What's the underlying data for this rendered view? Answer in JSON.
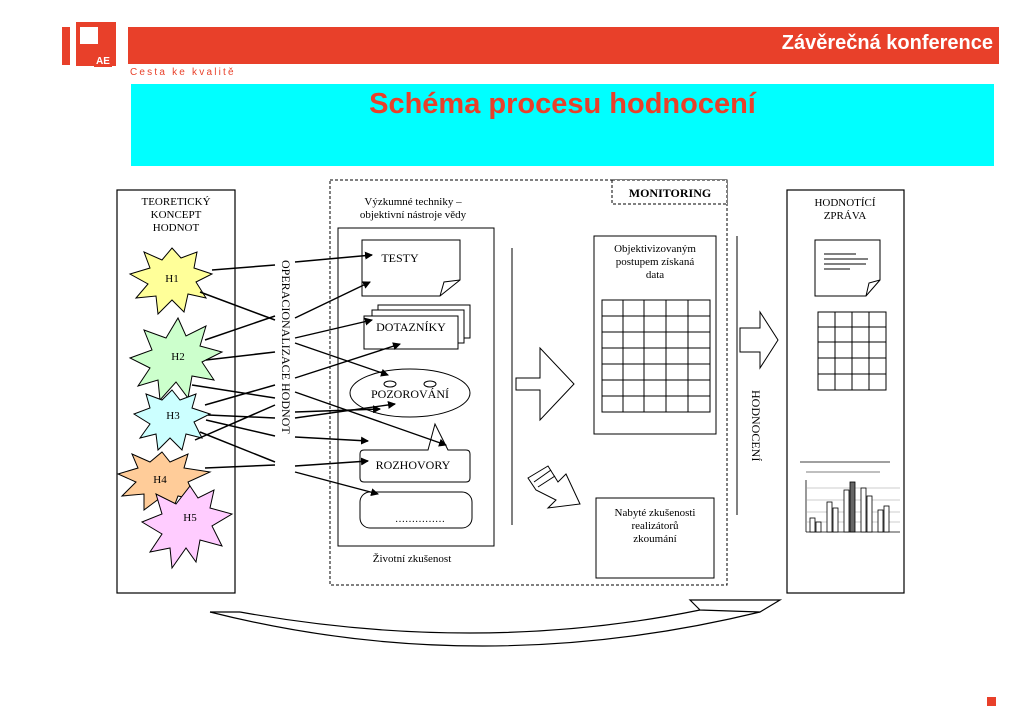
{
  "header": {
    "conference": "Závěrečná konference",
    "tagline": "Cesta ke kvalitě",
    "logo_text": "AE"
  },
  "slide": {
    "title": "Schéma procesu hodnocení"
  },
  "diagram": {
    "left_panel": {
      "line1": "TEORETICKÝ",
      "line2": "KONCEPT",
      "line3": "HODNOT"
    },
    "hypotheses": [
      "H1",
      "H2",
      "H3",
      "H4",
      "H5"
    ],
    "vertical_label": "OPERACIONALIZACE HODNOT",
    "techniques_header": {
      "line1": "Výzkumné techniky –",
      "line2": "objektivní nástroje vědy"
    },
    "monitoring": "MONITORING",
    "techniques": [
      "TESTY",
      "DOTAZNÍKY",
      "POZOROVÁNÍ",
      "ROZHOVORY",
      "……………"
    ],
    "life_experience": "Životní zkušenost",
    "data_box": {
      "line1": "Objektivizovaným",
      "line2": "postupem získaná",
      "line3": "data"
    },
    "experience_box": {
      "line1": "Nabyté zkušenosti",
      "line2": "realizátorů",
      "line3": "zkoumání"
    },
    "hodnoceni_label": "HODNOCENÍ",
    "report_panel": {
      "line1": "HODNOTÍCÍ",
      "line2": "ZPRÁVA"
    }
  },
  "colors": {
    "brand_red": "#e8402a",
    "title_band": "#00ffff",
    "h1": "#ffff99",
    "h2": "#ccffcc",
    "h3": "#ccffff",
    "h4": "#ffcc99",
    "h5": "#ffccff"
  }
}
